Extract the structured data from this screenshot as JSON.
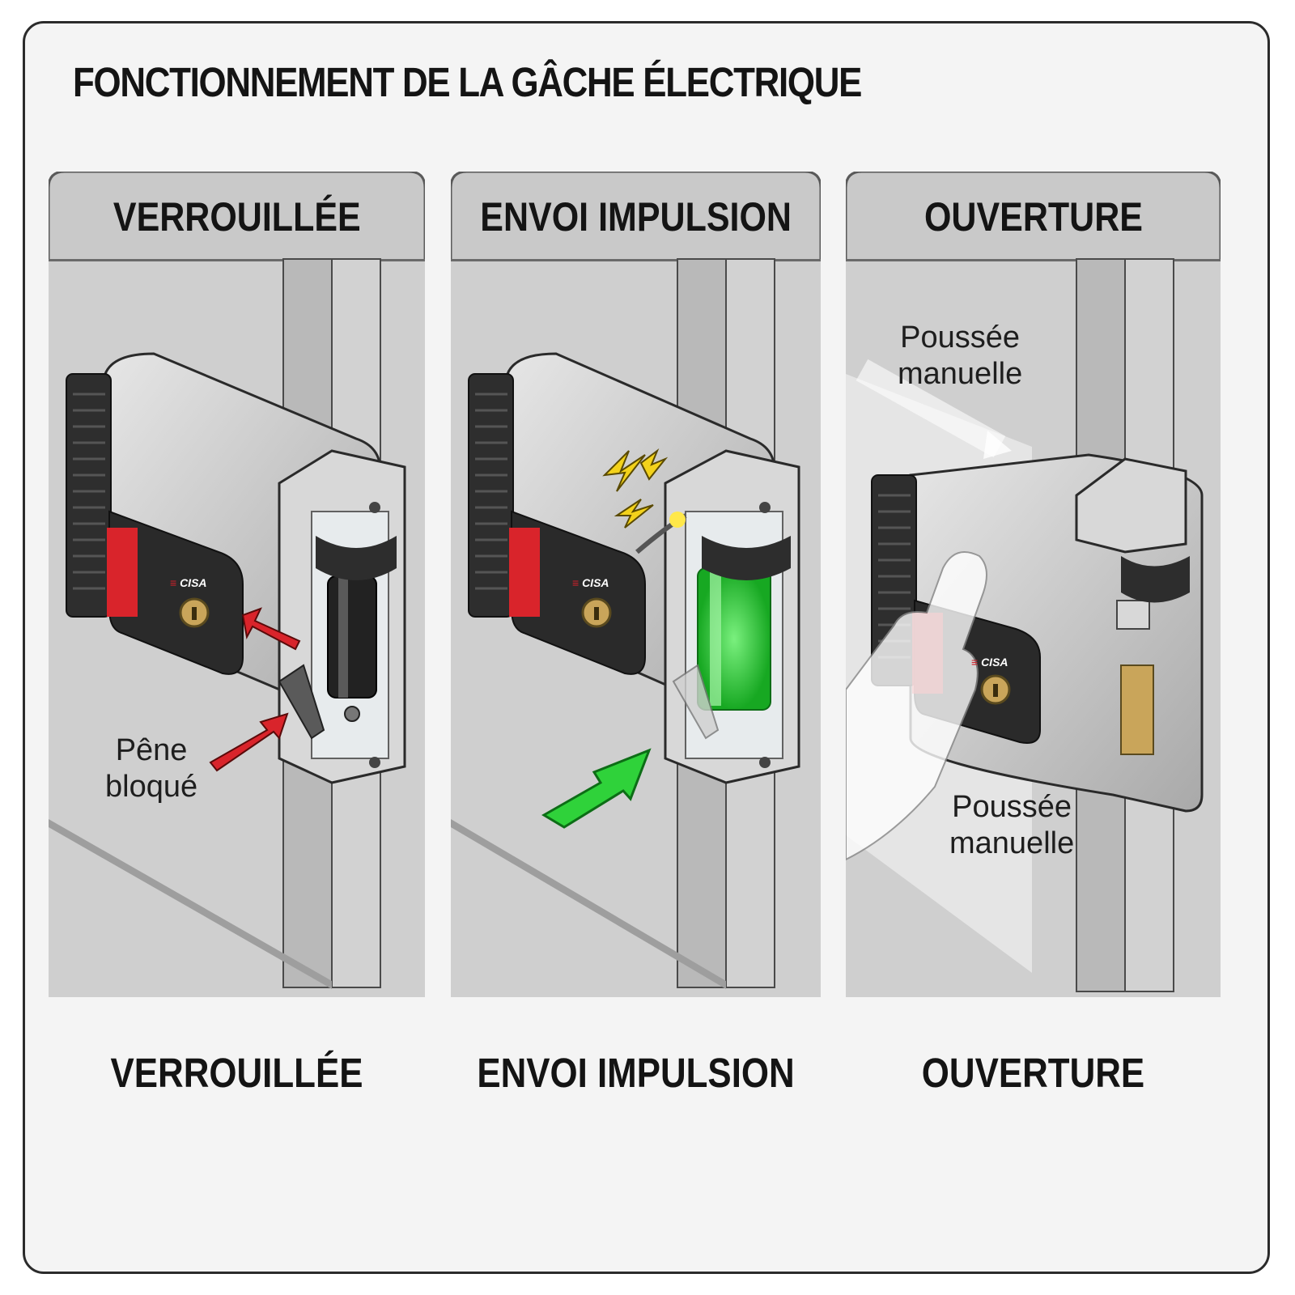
{
  "title": "FONCTIONNEMENT DE LA GÂCHE ÉLECTRIQUE",
  "panels": [
    {
      "header": "VERROUILLÉE",
      "caption": "VERROUILLÉE",
      "callouts": [
        {
          "line1": "Pêne",
          "line2": "bloqué"
        }
      ]
    },
    {
      "header": "ENVOI IMPULSION",
      "caption": "ENVOI IMPULSION",
      "callouts": []
    },
    {
      "header": "OUVERTURE",
      "caption": "OUVERTURE",
      "callouts": [
        {
          "line1": "Poussée",
          "line2": "manuelle"
        },
        {
          "line1": "Poussée",
          "line2": "manuelle"
        }
      ]
    }
  ],
  "lock_brand": "CISA",
  "colors": {
    "locked_arrow": "#d9242b",
    "impulse": "#2fd23a",
    "spark": "#f3d21b",
    "metal": "#c8c8c8",
    "lock_plate": "#2a2a2a",
    "brass": "#c9a55a"
  },
  "icons": [
    "lightning-icon",
    "arrow-icon",
    "hand-icon",
    "key-cylinder-icon"
  ]
}
